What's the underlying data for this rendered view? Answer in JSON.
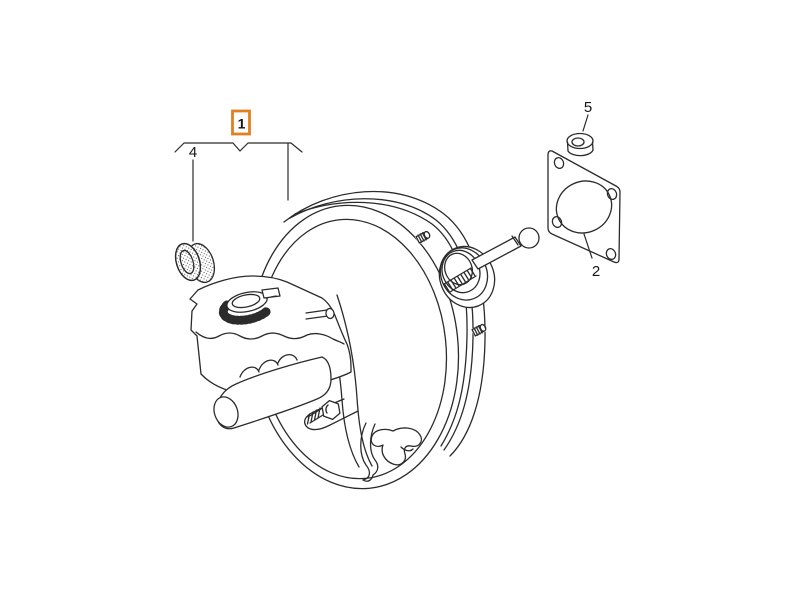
{
  "page": {
    "background_color": "#ffffff"
  },
  "diagram": {
    "line_color": "#2b2b2b",
    "text_color": "#141414",
    "highlight_color": "#e2801f",
    "highlight_box_fill": "#ffffff",
    "callouts": [
      {
        "id": "1",
        "highlighted": true
      },
      {
        "id": "2",
        "highlighted": false
      },
      {
        "id": "4",
        "highlighted": false
      },
      {
        "id": "5",
        "highlighted": false
      }
    ]
  }
}
